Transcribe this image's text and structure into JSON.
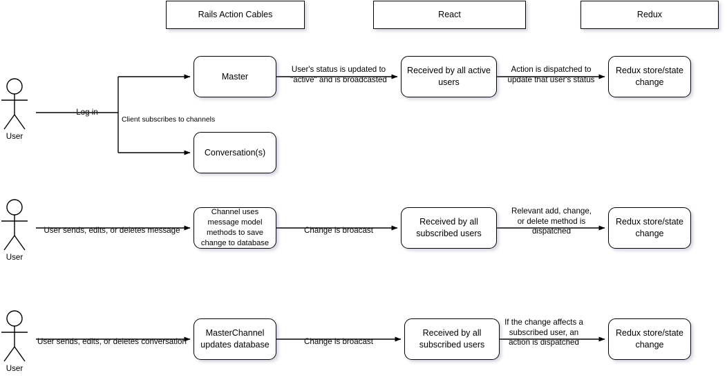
{
  "diagram": {
    "title": "Rails Action Cables / React / Redux data flow",
    "headers": [
      {
        "id": "rails",
        "label": "Rails Action Cables"
      },
      {
        "id": "react",
        "label": "React"
      },
      {
        "id": "redux",
        "label": "Redux"
      }
    ],
    "actors": [
      {
        "id": "actor-row1",
        "label": "User"
      },
      {
        "id": "actor-row2",
        "label": "User"
      },
      {
        "id": "actor-row3",
        "label": "User"
      }
    ],
    "rows": [
      {
        "id": "row-login",
        "nodes": [
          {
            "id": "master",
            "label": "Master"
          },
          {
            "id": "conversations",
            "label": "Conversation(s)"
          },
          {
            "id": "received-active",
            "label": "Received by all active\nusers"
          },
          {
            "id": "redux-1",
            "label": "Redux store/state\nchange"
          }
        ],
        "edges": [
          {
            "id": "edge-login",
            "label": "Log in"
          },
          {
            "id": "edge-subscribe",
            "label": "Client subscribes to channels"
          },
          {
            "id": "edge-status-broadcast",
            "label": "User's status is updated to\n\"active\" and is broadcasted"
          },
          {
            "id": "edge-action-dispatch-1",
            "label": "Action is dispatched to\nupdate that user's status"
          }
        ]
      },
      {
        "id": "row-message",
        "nodes": [
          {
            "id": "channel-message-model",
            "label": "Channel uses\nmessage model\nmethods to save\nchange to database"
          },
          {
            "id": "received-subscribed-1",
            "label": "Received by all\nsubscribed users"
          },
          {
            "id": "redux-2",
            "label": "Redux store/state\nchange"
          }
        ],
        "edges": [
          {
            "id": "edge-send-message",
            "label": "User sends, edits, or deletes message"
          },
          {
            "id": "edge-broadcast-1",
            "label": "Change is broacast"
          },
          {
            "id": "edge-method-dispatch",
            "label": "Relevant add, change,\nor delete method is\ndispatched"
          }
        ]
      },
      {
        "id": "row-conversation",
        "nodes": [
          {
            "id": "masterchannel-db",
            "label": "MasterChannel\nupdates database"
          },
          {
            "id": "received-subscribed-2",
            "label": "Received by all\nsubscribed users"
          },
          {
            "id": "redux-3",
            "label": "Redux store/state\nchange"
          }
        ],
        "edges": [
          {
            "id": "edge-send-conversation",
            "label": "User sends, edits, or deletes conversation"
          },
          {
            "id": "edge-broadcast-2",
            "label": "Change is broacast"
          },
          {
            "id": "edge-conditional-dispatch",
            "label": "If the change affects a\nsubscribed user, an\naction is dispatched"
          }
        ]
      }
    ],
    "colors": {
      "stroke": "#000000",
      "fill": "#ffffff",
      "shadow": "#7878a0"
    }
  }
}
